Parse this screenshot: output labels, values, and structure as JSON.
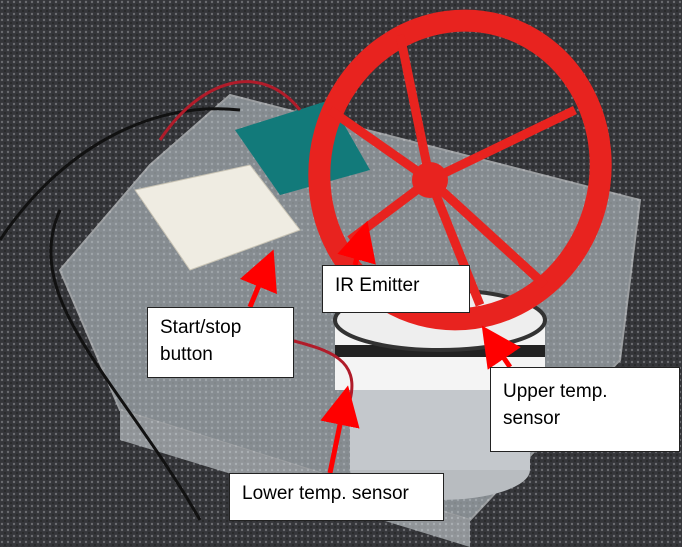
{
  "labels": {
    "ir_emitter": "IR Emitter",
    "start_stop_line1": "Start/stop",
    "start_stop_line2": "button",
    "upper_temp_line1": "Upper temp.",
    "upper_temp_line2": "sensor",
    "lower_temp": "Lower temp. sensor"
  },
  "colors": {
    "arrow": "#ff0000",
    "wheel": "#e8231f",
    "carpet": "#3a3a3c"
  }
}
